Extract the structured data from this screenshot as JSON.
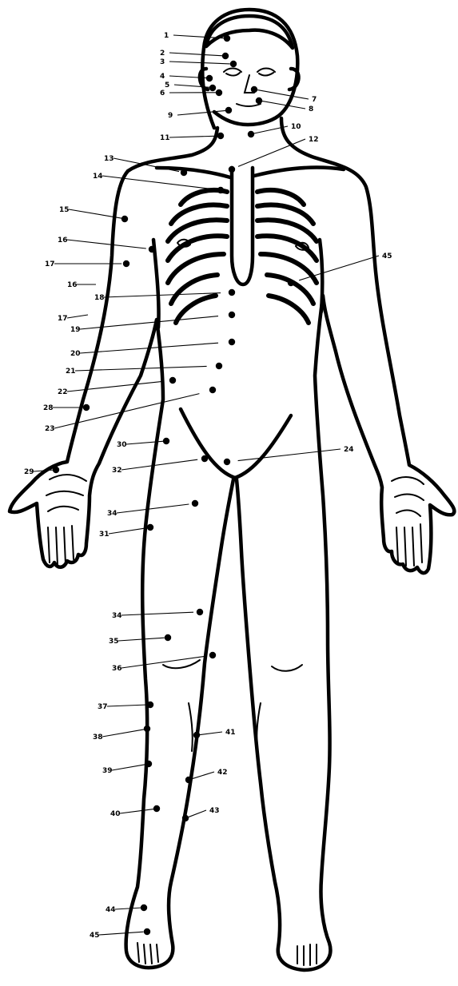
{
  "diagram": {
    "labels": [
      {
        "id": "p1",
        "text": "1"
      },
      {
        "id": "p2",
        "text": "2"
      },
      {
        "id": "p3",
        "text": "3"
      },
      {
        "id": "p4",
        "text": "4"
      },
      {
        "id": "p5",
        "text": "5"
      },
      {
        "id": "p6",
        "text": "6"
      },
      {
        "id": "p7",
        "text": "7"
      },
      {
        "id": "p8",
        "text": "8"
      },
      {
        "id": "p9",
        "text": "9"
      },
      {
        "id": "p10",
        "text": "10"
      },
      {
        "id": "p11",
        "text": "11"
      },
      {
        "id": "p12",
        "text": "12"
      },
      {
        "id": "p13",
        "text": "13"
      },
      {
        "id": "p14",
        "text": "14"
      },
      {
        "id": "p15",
        "text": "15"
      },
      {
        "id": "p16",
        "text": "16"
      },
      {
        "id": "p17",
        "text": "17"
      },
      {
        "id": "p16b",
        "text": "16"
      },
      {
        "id": "p18",
        "text": "18"
      },
      {
        "id": "p17b",
        "text": "17"
      },
      {
        "id": "p19",
        "text": "19"
      },
      {
        "id": "p20",
        "text": "20"
      },
      {
        "id": "p21",
        "text": "21"
      },
      {
        "id": "p22",
        "text": "22"
      },
      {
        "id": "p28",
        "text": "28"
      },
      {
        "id": "p23",
        "text": "23"
      },
      {
        "id": "p30",
        "text": "30"
      },
      {
        "id": "p24",
        "text": "24"
      },
      {
        "id": "p29",
        "text": "29"
      },
      {
        "id": "p32",
        "text": "32"
      },
      {
        "id": "p34",
        "text": "34"
      },
      {
        "id": "p31",
        "text": "31"
      },
      {
        "id": "p45",
        "text": "45"
      },
      {
        "id": "p34b",
        "text": "34"
      },
      {
        "id": "p35",
        "text": "35"
      },
      {
        "id": "p36",
        "text": "36"
      },
      {
        "id": "p37",
        "text": "37"
      },
      {
        "id": "p38",
        "text": "38"
      },
      {
        "id": "p41",
        "text": "41"
      },
      {
        "id": "p39",
        "text": "39"
      },
      {
        "id": "p42",
        "text": "42"
      },
      {
        "id": "p40",
        "text": "40"
      },
      {
        "id": "p43",
        "text": "43"
      },
      {
        "id": "p44",
        "text": "44"
      },
      {
        "id": "p45b",
        "text": "45"
      }
    ]
  }
}
